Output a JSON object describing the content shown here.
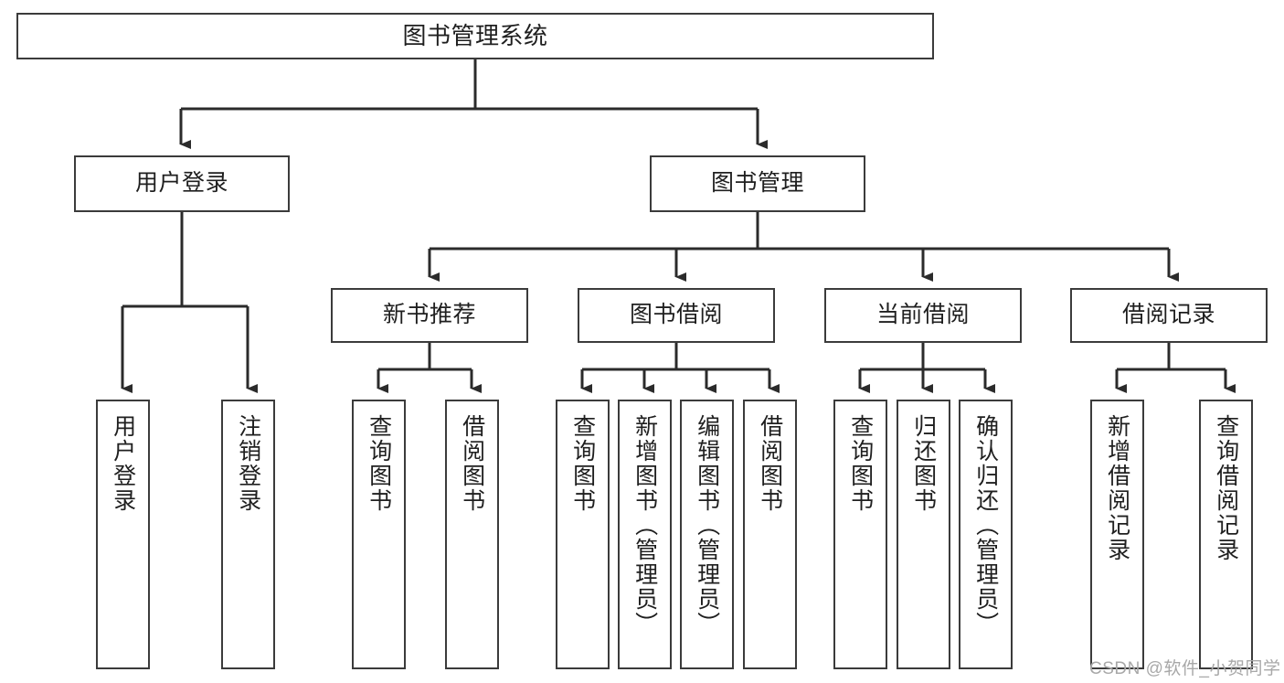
{
  "diagram": {
    "title": "图书管理系统",
    "orientation": "top-down-tree",
    "levels": 4,
    "root": {
      "label": "图书管理系统"
    },
    "level2": [
      {
        "label": "用户登录"
      },
      {
        "label": "图书管理"
      }
    ],
    "level3": [
      {
        "label": "新书推荐"
      },
      {
        "label": "图书借阅"
      },
      {
        "label": "当前借阅"
      },
      {
        "label": "借阅记录"
      }
    ],
    "leaves": {
      "user_login": [
        {
          "label": "用户登录"
        },
        {
          "label": "注销登录"
        }
      ],
      "new_book_recommend": [
        {
          "label": "查询图书"
        },
        {
          "label": "借阅图书"
        }
      ],
      "book_borrow": [
        {
          "label": "查询图书"
        },
        {
          "label": "新增图书（管理员）"
        },
        {
          "label": "编辑图书（管理员）"
        },
        {
          "label": "借阅图书"
        }
      ],
      "current_borrow": [
        {
          "label": "查询图书"
        },
        {
          "label": "归还图书"
        },
        {
          "label": "确认归还（管理员）"
        }
      ],
      "borrow_record": [
        {
          "label": "新增借阅记录"
        },
        {
          "label": "查询借阅记录"
        }
      ]
    }
  },
  "watermark": {
    "text": "CSDN @软件_小贺同学"
  },
  "colors": {
    "box_border": "#3b3b3b",
    "box_fill": "#ffffff",
    "text": "#1f1f1f",
    "wire": "#2b2b2b",
    "watermark": "#a8a8a8",
    "page_background": "#ffffff"
  }
}
